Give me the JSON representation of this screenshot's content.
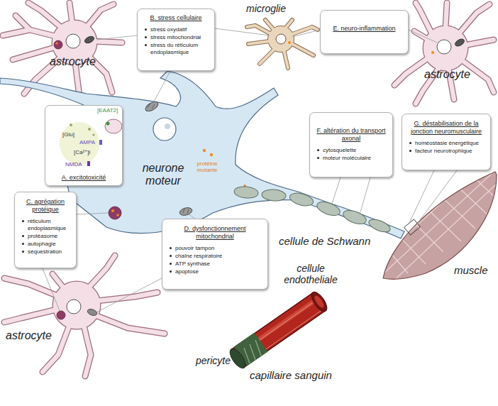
{
  "diagram": {
    "nodes": [
      {
        "text": [
          "B. stress cellulaire",
          "stress oxydatif",
          "stress mitochondrial",
          "stress du réticulum endoplasmique"
        ]
      },
      {
        "text": [
          "E. neuro-inflammation"
        ]
      },
      {
        "text": [
          "A. excitotoxicité"
        ]
      },
      {
        "text": [
          "F. altération du transport axonal",
          "cytosquelette",
          "moteur moléculaire"
        ]
      },
      {
        "text": [
          "G. déstabilisation de la jonction neuromusculaire",
          "homéostasie énergétique",
          "facteur neurotrophique"
        ]
      },
      {
        "text": [
          "C. agrégation protéique",
          "réticulum endoplasmique",
          "protéasome",
          "autophagie",
          "séquestration"
        ]
      },
      {
        "text": [
          "D. dysfonctionnement mitochondrial",
          "pouvoir tampon",
          "chaîne respiratoire",
          "ATP synthase",
          "apoptose"
        ]
      }
    ],
    "labels": [
      "microglie",
      "astrocyte",
      "astrocyte",
      "[EAAT2]",
      "[Glu]",
      "AMPA",
      "[Ca²⁺]i",
      "NMDA",
      "neurone moteur",
      "protéine mutante",
      "cellule de Schwann",
      "muscle",
      "cellule endotheliale",
      "astrocyte",
      "pericyte",
      "capillaire sanguin"
    ]
  }
}
